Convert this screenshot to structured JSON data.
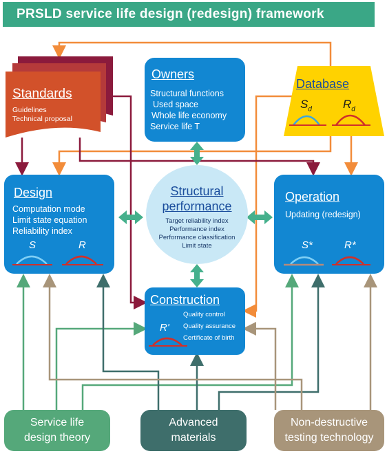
{
  "title": "PRSLD service life design (redesign) framework",
  "standards": {
    "heading": "Standards",
    "lines": [
      "Guidelines",
      "Technical proposal"
    ]
  },
  "owners": {
    "heading": "Owners",
    "lines": [
      "Structural functions",
      "Used space",
      "Whole life economy",
      "Service life T"
    ]
  },
  "database": {
    "heading": "Database",
    "sd": "S",
    "sd_sub": "d",
    "rd": "R",
    "rd_sub": "d"
  },
  "design": {
    "heading": "Design",
    "lines": [
      "Computation mode",
      "Limit state equation",
      "Reliability index"
    ],
    "s": "S",
    "r": "R"
  },
  "performance": {
    "heading_1": "Structural",
    "heading_2": "performance",
    "lines": [
      "Target reliability index",
      "Performance index",
      "Performance classification",
      "Limit state"
    ]
  },
  "operation": {
    "heading": "Operation",
    "line": "Updating (redesign)",
    "s": "S*",
    "r": "R*"
  },
  "construction": {
    "heading": "Construction",
    "r": "R'",
    "lines": [
      "Quality control",
      "Quality assurance",
      "Certificate of birth"
    ]
  },
  "bottom": {
    "theory": [
      "Service life",
      "design theory"
    ],
    "materials": [
      "Advanced",
      "materials"
    ],
    "ndt": [
      "Non-destructive",
      "testing technology"
    ]
  },
  "colors": {
    "title_bg": "#3aa786",
    "box_blue": "#1287d2",
    "standards": "#d2512a",
    "database": "#ffd200",
    "performance": "#c9e8f6",
    "theory_green": "#55a87a",
    "materials_teal": "#3e6e6b",
    "ndt_tan": "#a8957a",
    "arrow_orange": "#f28c3a",
    "arrow_maroon": "#8b1a3c"
  }
}
